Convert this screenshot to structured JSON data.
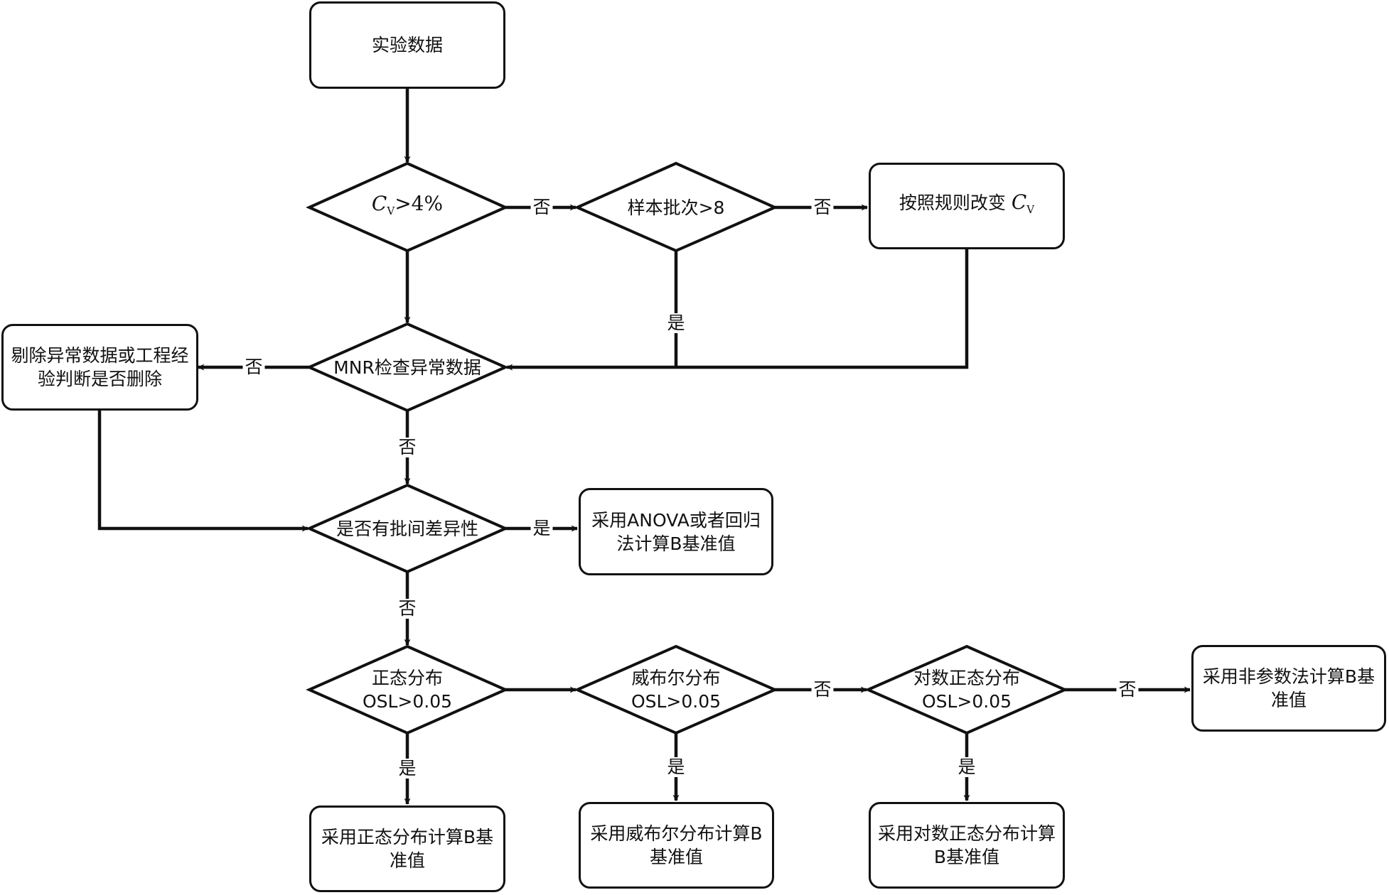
{
  "diagram": {
    "nodes": {
      "start": {
        "type": "box",
        "text": "实验数据"
      },
      "cv_check": {
        "type": "decision",
        "math_symbol": "C",
        "math_sub": "V",
        "math_rest": ">4%"
      },
      "batch_check": {
        "type": "decision",
        "text": "样本批次>8"
      },
      "adjust_cv": {
        "type": "box",
        "text": "按照规则改变",
        "math_symbol": "C",
        "math_sub": "V"
      },
      "mnr_check": {
        "type": "decision",
        "text": "MNR检查异常数据"
      },
      "remove_outliers": {
        "type": "box",
        "lines": [
          "剔除异常数据或工程经",
          "验判断是否删除"
        ]
      },
      "batch_variance": {
        "type": "decision",
        "text": "是否有批间差异性"
      },
      "anova": {
        "type": "box",
        "lines": [
          "采用ANOVA或者回归",
          "法计算B基准值"
        ]
      },
      "normal_check": {
        "type": "decision",
        "lines": [
          "正态分布",
          "OSL>0.05"
        ]
      },
      "weibull_check": {
        "type": "decision",
        "lines": [
          "威布尔分布",
          "OSL>0.05"
        ]
      },
      "lognormal_check": {
        "type": "decision",
        "lines": [
          "对数正态分布",
          "OSL>0.05"
        ]
      },
      "nonparam": {
        "type": "box",
        "lines": [
          "采用非参数法计算B基",
          "准值"
        ]
      },
      "normal_result": {
        "type": "box",
        "lines": [
          "采用正态分布计算B基",
          "准值"
        ]
      },
      "weibull_result": {
        "type": "box",
        "lines": [
          "采用威布尔分布计算B",
          "基准值"
        ]
      },
      "lognormal_result": {
        "type": "box",
        "lines": [
          "采用对数正态分布计算",
          "B基准值"
        ]
      }
    },
    "edges": [
      {
        "from": "start",
        "to": "cv_check",
        "label": ""
      },
      {
        "from": "cv_check",
        "to": "batch_check",
        "label": "否"
      },
      {
        "from": "cv_check",
        "to": "mnr_check",
        "label": ""
      },
      {
        "from": "batch_check",
        "to": "adjust_cv",
        "label": "否"
      },
      {
        "from": "batch_check",
        "to": "mnr_check",
        "label": "是"
      },
      {
        "from": "adjust_cv",
        "to": "mnr_check",
        "label": ""
      },
      {
        "from": "mnr_check",
        "to": "remove_outliers",
        "label": "否"
      },
      {
        "from": "mnr_check",
        "to": "batch_variance",
        "label": "否"
      },
      {
        "from": "remove_outliers",
        "to": "batch_variance",
        "label": ""
      },
      {
        "from": "batch_variance",
        "to": "anova",
        "label": "是"
      },
      {
        "from": "batch_variance",
        "to": "normal_check",
        "label": "否"
      },
      {
        "from": "normal_check",
        "to": "weibull_check",
        "label": ""
      },
      {
        "from": "normal_check",
        "to": "normal_result",
        "label": "是"
      },
      {
        "from": "weibull_check",
        "to": "lognormal_check",
        "label": "否"
      },
      {
        "from": "weibull_check",
        "to": "weibull_result",
        "label": "是"
      },
      {
        "from": "lognormal_check",
        "to": "nonparam",
        "label": "否"
      },
      {
        "from": "lognormal_check",
        "to": "lognormal_result",
        "label": "是"
      }
    ],
    "colors": {
      "stroke": "#111111",
      "background": "#ffffff"
    }
  }
}
